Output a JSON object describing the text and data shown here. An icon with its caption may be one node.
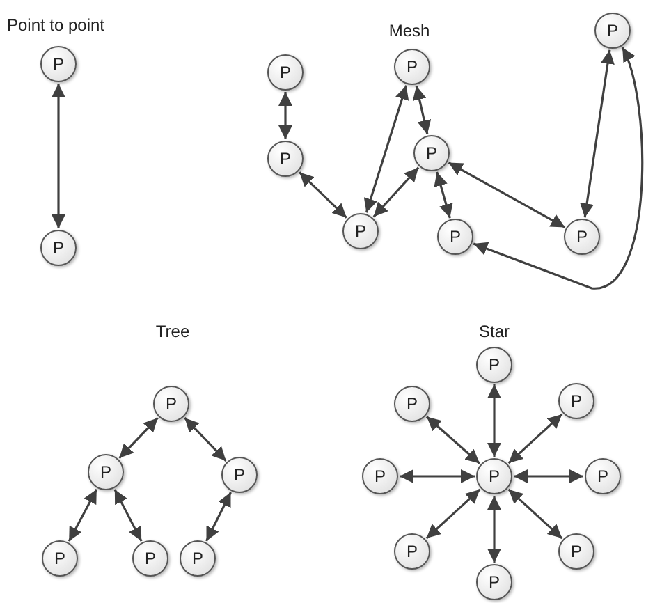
{
  "diagram": {
    "nodes": [
      {
        "text": [
          "P"
        ]
      },
      {
        "text": [
          "P"
        ]
      },
      {
        "text": [
          "P"
        ]
      },
      {
        "text": [
          "P"
        ]
      },
      {
        "text": [
          "P"
        ]
      },
      {
        "text": [
          "P"
        ]
      },
      {
        "text": [
          "P"
        ]
      },
      {
        "text": [
          "P"
        ]
      },
      {
        "text": [
          "P"
        ]
      },
      {
        "text": [
          "P"
        ]
      },
      {
        "text": [
          "P"
        ]
      },
      {
        "text": [
          "P"
        ]
      },
      {
        "text": [
          "P"
        ]
      },
      {
        "text": [
          "P"
        ]
      },
      {
        "text": [
          "P"
        ]
      },
      {
        "text": [
          "P"
        ]
      },
      {
        "text": [
          "P"
        ]
      },
      {
        "text": [
          "P"
        ]
      },
      {
        "text": [
          "P"
        ]
      },
      {
        "text": [
          "P"
        ]
      },
      {
        "text": [
          "P"
        ]
      },
      {
        "text": [
          "P"
        ]
      },
      {
        "text": [
          "P"
        ]
      },
      {
        "text": [
          "P"
        ]
      },
      {
        "text": [
          "P"
        ]
      }
    ],
    "edges": [
      {
        "from": 0,
        "to": 1,
        "arrow": "both"
      },
      {
        "from": 2,
        "to": 3,
        "arrow": "both"
      },
      {
        "from": 3,
        "to": 4,
        "arrow": "both"
      },
      {
        "from": 4,
        "to": 5,
        "arrow": "both"
      },
      {
        "from": 4,
        "to": 6,
        "arrow": "both"
      },
      {
        "from": 5,
        "to": 6,
        "arrow": "both"
      },
      {
        "from": 6,
        "to": 7,
        "arrow": "both"
      },
      {
        "from": 6,
        "to": 8,
        "arrow": "both"
      },
      {
        "from": 8,
        "to": 9,
        "arrow": "both"
      },
      {
        "from": 9,
        "to": 7,
        "arrow": "both"
      },
      {
        "from": 10,
        "to": 11,
        "arrow": "both"
      },
      {
        "from": 10,
        "to": 12,
        "arrow": "both"
      },
      {
        "from": 11,
        "to": 13,
        "arrow": "both"
      },
      {
        "from": 11,
        "to": 14,
        "arrow": "both"
      },
      {
        "from": 12,
        "to": 15,
        "arrow": "both"
      },
      {
        "from": 16,
        "to": 17,
        "arrow": "both"
      },
      {
        "from": 16,
        "to": 18,
        "arrow": "both"
      },
      {
        "from": 16,
        "to": 19,
        "arrow": "both"
      },
      {
        "from": 16,
        "to": 20,
        "arrow": "both"
      },
      {
        "from": 16,
        "to": 21,
        "arrow": "both"
      },
      {
        "from": 16,
        "to": 22,
        "arrow": "both"
      },
      {
        "from": 16,
        "to": 23,
        "arrow": "both"
      },
      {
        "from": 16,
        "to": 24,
        "arrow": "both"
      }
    ],
    "labels": [
      "Point to point",
      "Mesh",
      "Tree",
      "Star"
    ]
  }
}
